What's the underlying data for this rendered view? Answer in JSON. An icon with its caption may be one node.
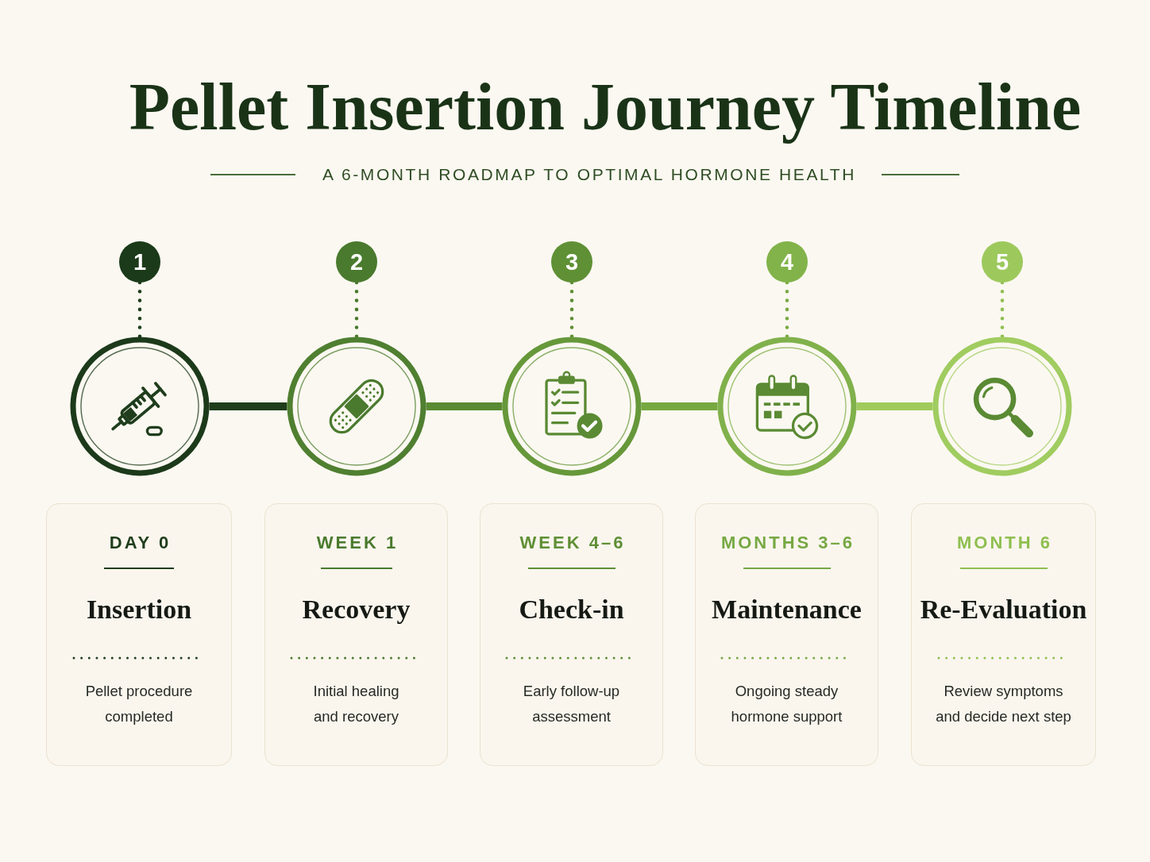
{
  "diagram": {
    "title": "Pellet Insertion Journey Timeline",
    "nodes": [
      {
        "text": [
          "1"
        ]
      },
      {
        "text": [
          "2"
        ]
      },
      {
        "text": [
          "3"
        ]
      },
      {
        "text": [
          "4"
        ]
      },
      {
        "text": [
          "5"
        ]
      },
      {
        "text": [],
        "shape": "circle"
      },
      {
        "text": [],
        "shape": "circle"
      },
      {
        "text": [],
        "shape": "circle"
      },
      {
        "text": [],
        "shape": "circle"
      },
      {
        "text": [],
        "shape": "circle"
      },
      {
        "text": [
          "DAY 0",
          "Insertion",
          "Pellet procedure completed"
        ]
      },
      {
        "text": [
          "WEEK 1",
          "Recovery",
          "Initial healing and recovery"
        ]
      },
      {
        "text": [
          "WEEK 4–6",
          "Check-in",
          "Early follow-up assessment"
        ]
      },
      {
        "text": [
          "MONTHS 3–6",
          "Maintenance",
          "Ongoing steady hormone support"
        ]
      },
      {
        "text": [
          "MONTH 6",
          "Re-Evaluation",
          "Review symptoms and decide next step"
        ]
      }
    ],
    "edges": [
      {
        "from": 0,
        "to": 5,
        "arrow": "none",
        "style": "dashed",
        "color": "#1f3d1c"
      },
      {
        "from": 1,
        "to": 6,
        "arrow": "none",
        "style": "dashed",
        "color": "#4a7a2e"
      },
      {
        "from": 2,
        "to": 7,
        "arrow": "none",
        "style": "dashed",
        "color": "#5f8f35"
      },
      {
        "from": 3,
        "to": 8,
        "arrow": "none",
        "style": "dashed",
        "color": "#7aaa44"
      },
      {
        "from": 4,
        "to": 9,
        "arrow": "none",
        "style": "dashed",
        "color": "#8fbf50"
      },
      {
        "from": 5,
        "to": 6,
        "arrow": "none",
        "style": "thick",
        "color": "#1f3d1c"
      },
      {
        "from": 6,
        "to": 7,
        "arrow": "none",
        "style": "thick",
        "color": "#5a8a33"
      },
      {
        "from": 7,
        "to": 8,
        "arrow": "none",
        "style": "thick",
        "color": "#76a840"
      },
      {
        "from": 8,
        "to": 9,
        "arrow": "none",
        "style": "thick",
        "color": "#a0cb5c"
      }
    ],
    "labels": [
      "A 6-MONTH ROADMAP TO OPTIMAL HORMONE HEALTH"
    ]
  }
}
